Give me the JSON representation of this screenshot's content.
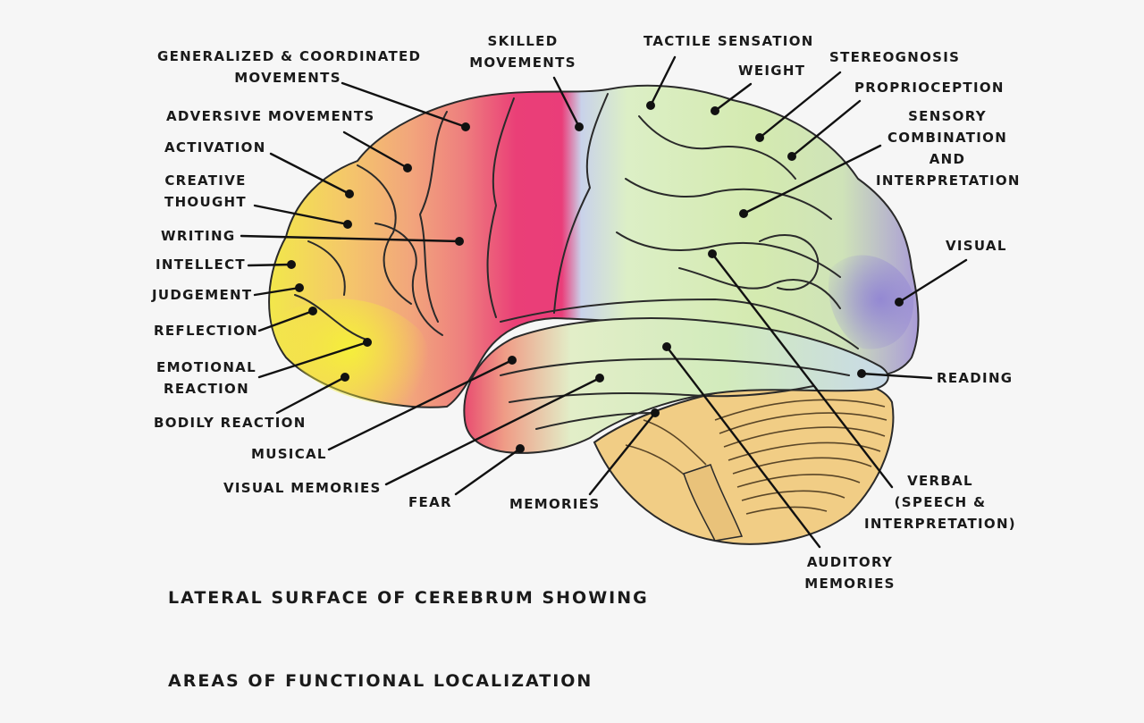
{
  "caption": {
    "line1": "LATERAL SURFACE OF CEREBRUM SHOWING",
    "line2": "AREAS OF FUNCTIONAL LOCALIZATION"
  },
  "labels": {
    "generalized": "GENERALIZED & COORDINATED\nMOVEMENTS",
    "skilled": "SKILLED\nMOVEMENTS",
    "tactile": "TACTILE SENSATION",
    "weight": "WEIGHT",
    "stereognosis": "STEREOGNOSIS",
    "proprioception": "PROPRIOCEPTION",
    "sensory": "SENSORY\nCOMBINATION\nAND\nINTERPRETATION",
    "adversive": "ADVERSIVE MOVEMENTS",
    "activation": "ACTIVATION",
    "creative": "CREATIVE\nTHOUGHT",
    "writing": "WRITING",
    "intellect": "INTELLECT",
    "judgement": "JUDGEMENT",
    "reflection": "REFLECTION",
    "emotional": "EMOTIONAL\nREACTION",
    "bodily": "BODILY REACTION",
    "musical": "MUSICAL",
    "visual_memories": "VISUAL MEMORIES",
    "fear": "FEAR",
    "memories": "MEMORIES",
    "visual": "VISUAL",
    "reading": "READING",
    "verbal": "VERBAL\n(SPEECH &\nINTERPRETATION)",
    "auditory": "AUDITORY\nMEMORIES"
  }
}
